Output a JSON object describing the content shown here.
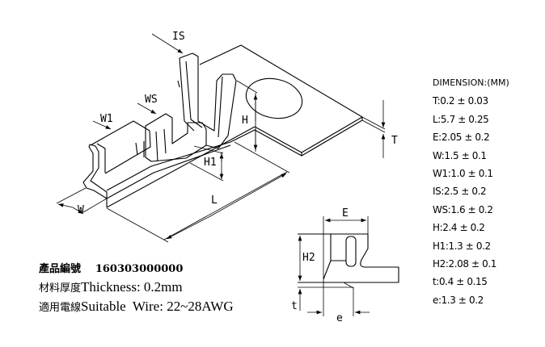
{
  "labels": {
    "IS": "IS",
    "WS": "WS",
    "W1": "W1",
    "H": "H",
    "H1": "H1",
    "L": "L",
    "W": "W",
    "T": "T",
    "E": "E",
    "H2": "H2",
    "t": "t",
    "e": "e"
  },
  "dimensions": {
    "title": "DIMENSION:(MM)",
    "items": [
      "T:0.2 ± 0.03",
      "L:5.7 ± 0.25",
      "E:2.05 ± 0.2",
      "W:1.5 ± 0.1",
      "W1:1.0 ± 0.1",
      "IS:2.5 ± 0.2",
      "WS:1.6 ± 0.2",
      "H:2.4 ± 0.2",
      "H1:1.3 ± 0.2",
      "H2:2.08 ± 0.1",
      "t:0.4 ± 0.15",
      "e:1.3 ± 0.2"
    ]
  },
  "info": {
    "part_no_label": "產品編號",
    "part_no": "160303000000",
    "thickness_label_cn": "材料厚度",
    "thickness_label": "Thickness: 0.2mm",
    "wire_label_cn": "適用電線",
    "wire_label": "Suitable  Wire: 22~28AWG"
  }
}
